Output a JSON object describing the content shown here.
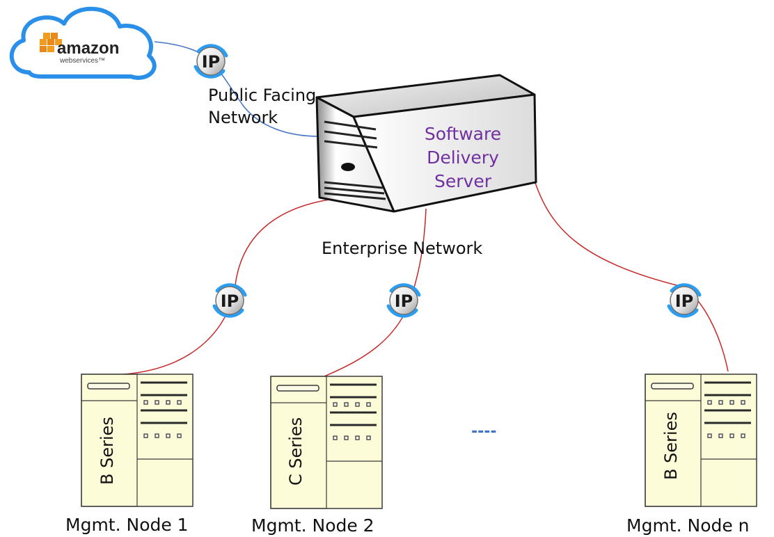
{
  "cloud": {
    "brand": "amazon",
    "sub": "webservices™",
    "brand_color": "#f29c1f"
  },
  "labels": {
    "public_network": "Public Facing\nNetwork",
    "enterprise_network": "Enterprise Network",
    "server": "Software\nDelivery\nServer",
    "ellipsis": "----"
  },
  "ip_badge_text": "IP",
  "nodes": [
    {
      "name": "Mgmt. Node 1",
      "series": "B Series"
    },
    {
      "name": "Mgmt. Node 2",
      "series": "C Series"
    },
    {
      "name": "Mgmt. Node n",
      "series": "B Series"
    }
  ],
  "colors": {
    "enterprise_link": "#c62828",
    "public_link": "#4472c4",
    "server_text": "#7030a0",
    "rack_fill": "#fcfcd8",
    "ellipsis": "#4472c4"
  }
}
